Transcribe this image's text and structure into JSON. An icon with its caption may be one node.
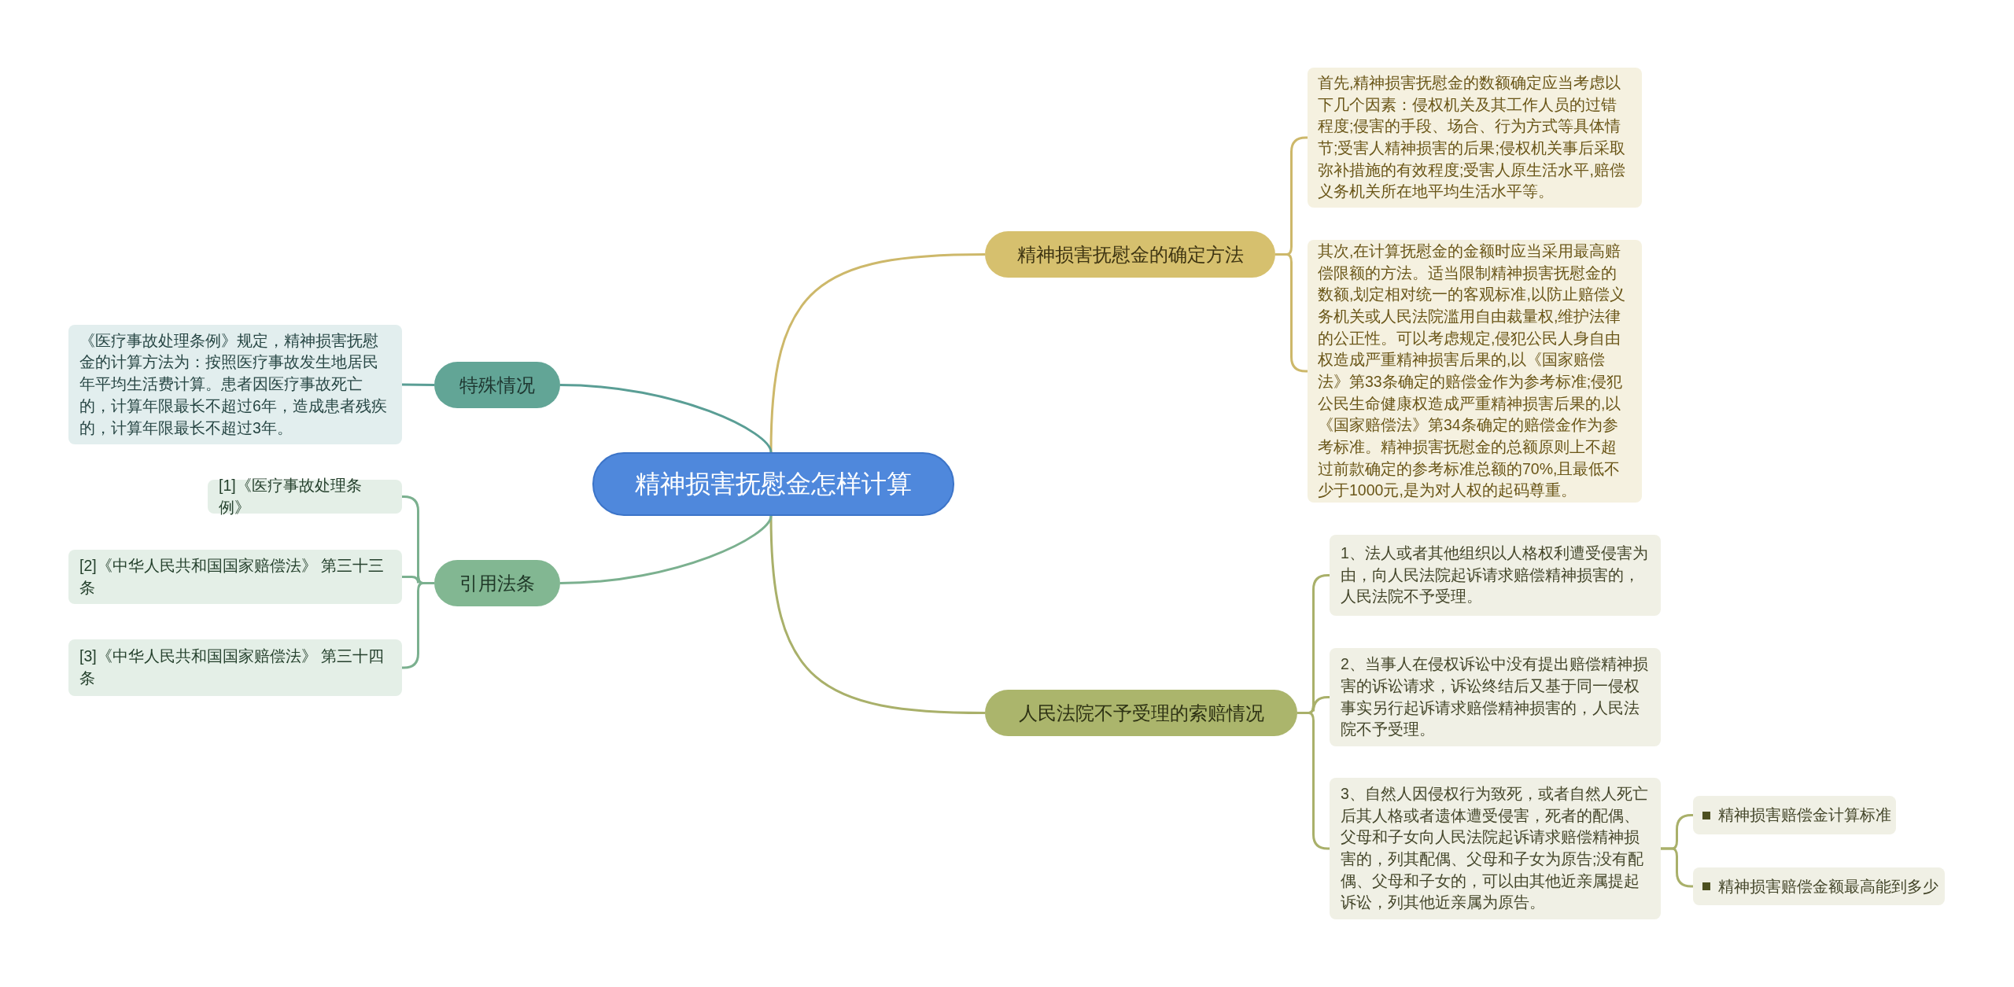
{
  "diagram": {
    "nodes": [
      {
        "text": [
          "精神损害抚慰金怎样计算"
        ]
      },
      {
        "text": [
          "精神损害抚慰金的确定方法"
        ]
      },
      {
        "text": [
          "首先,精神损害抚慰金的数额确定应当考虑以下几个因素：侵权机关及其工作人员的过错程度;侵害的手段、场合、行为方式等具体情节;受害人精神损害的后果;侵权机关事后采取弥补措施的有效程度;受害人原生活水平,赔偿义务机关所在地平均生活水平等。"
        ]
      },
      {
        "text": [
          "其次,在计算抚慰金的金额时应当采用最高赔偿限额的方法。适当限制精神损害抚慰金的数额,划定相对统一的客观标准,以防止赔偿义务机关或人民法院滥用自由裁量权,维护法律的公正性。可以考虑规定,侵犯公民人身自由权造成严重精神损害后果的,以《国家赔偿法》第33条确定的赔偿金作为参考标准;侵犯公民生命健康权造成严重精神损害后果的,以《国家赔偿法》第34条确定的赔偿金作为参考标准。精神损害抚慰金的总额原则上不超过前款确定的参考标准总额的70%,且最低不少于1000元,是为对人权的起码尊重。"
        ]
      },
      {
        "text": [
          "人民法院不予受理的索赔情况"
        ]
      },
      {
        "text": [
          "1、法人或者其他组织以人格权利遭受侵害为由，向人民法院起诉请求赔偿精神损害的，人民法院不予受理。"
        ]
      },
      {
        "text": [
          "2、当事人在侵权诉讼中没有提出赔偿精神损害的诉讼请求，诉讼终结后又基于同一侵权事实另行起诉请求赔偿精神损害的，人民法院不予受理。"
        ]
      },
      {
        "text": [
          "3、自然人因侵权行为致死，或者自然人死亡后其人格或者遗体遭受侵害，死者的配偶、父母和子女向人民法院起诉请求赔偿精神损害的，列其配偶、父母和子女为原告;没有配偶、父母和子女的，可以由其他近亲属提起诉讼，列其他近亲属为原告。"
        ]
      },
      {
        "text": [
          "精神损害赔偿金计算标准"
        ]
      },
      {
        "text": [
          "精神损害赔偿金额最高能到多少"
        ]
      },
      {
        "text": [
          "特殊情况"
        ]
      },
      {
        "text": [
          "《医疗事故处理条例》规定，精神损害抚慰金的计算方法为：按照医疗事故发生地居民年平均生活费计算。患者因医疗事故死亡的，计算年限最长不超过6年，造成患者残疾的，计算年限最长不超过3年。"
        ]
      },
      {
        "text": [
          "引用法条"
        ]
      },
      {
        "text": [
          "[1]《医疗事故处理条例》"
        ]
      },
      {
        "text": [
          "[2]《中华人民共和国国家赔偿法》 第三十三条"
        ]
      },
      {
        "text": [
          "[3]《中华人民共和国国家赔偿法》 第三十四条"
        ]
      }
    ],
    "edges": [
      {
        "from": 0,
        "to": 1,
        "arrow": "none",
        "color": "#cdb86a"
      },
      {
        "from": 1,
        "to": 2,
        "arrow": "none",
        "color": "#cdb86a"
      },
      {
        "from": 1,
        "to": 3,
        "arrow": "none",
        "color": "#cdb86a"
      },
      {
        "from": 0,
        "to": 4,
        "arrow": "none"
      },
      {
        "from": 4,
        "to": 5,
        "arrow": "none"
      },
      {
        "from": 4,
        "to": 6,
        "arrow": "none"
      },
      {
        "from": 4,
        "to": 7,
        "arrow": "none"
      },
      {
        "from": 7,
        "to": 8,
        "arrow": "none"
      },
      {
        "from": 7,
        "to": 9,
        "arrow": "none"
      },
      {
        "from": 0,
        "to": 10,
        "arrow": "none",
        "color": "#5a9e95"
      },
      {
        "from": 10,
        "to": 11,
        "arrow": "none",
        "color": "#5a9e95"
      },
      {
        "from": 0,
        "to": 12,
        "arrow": "none",
        "color": "#7bb08f"
      },
      {
        "from": 12,
        "to": 13,
        "arrow": "none",
        "color": "#7bb08f"
      },
      {
        "from": 12,
        "to": 14,
        "arrow": "none",
        "color": "#7bb08f"
      },
      {
        "from": 12,
        "to": 15,
        "arrow": "none",
        "color": "#7bb08f"
      }
    ]
  }
}
